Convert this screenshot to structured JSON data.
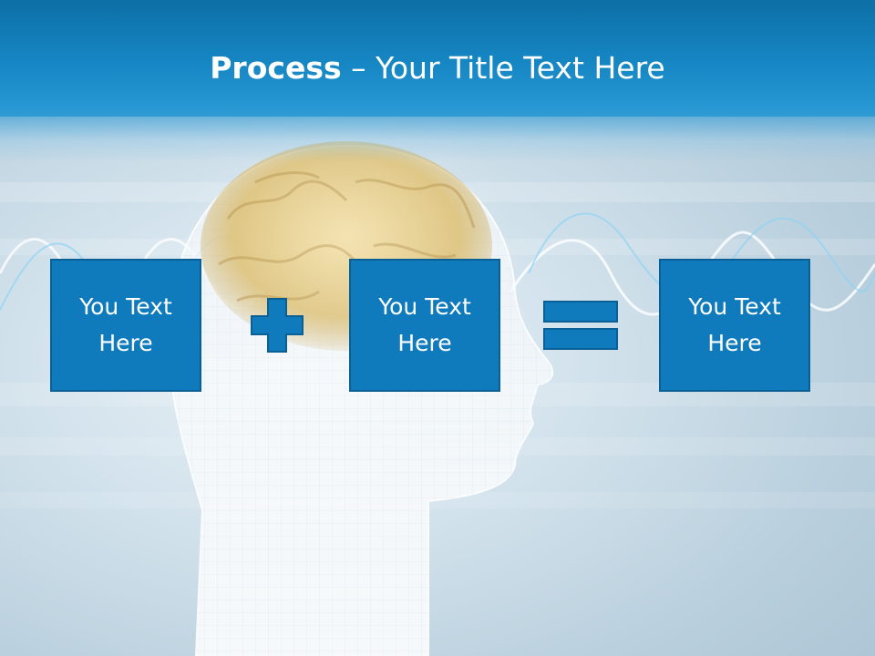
{
  "slide": {
    "title_bold": "Process",
    "title_rest": " – Your Title Text Here",
    "boxes": [
      {
        "text": "You Text Here"
      },
      {
        "text": "You Text Here"
      },
      {
        "text": "You Text Here"
      }
    ],
    "operators": [
      "plus-icon",
      "equals-icon"
    ],
    "colors": {
      "header": "#1687c4",
      "box_fill": "#0f7bbd",
      "box_border": "#0a5f94",
      "text": "#ffffff"
    }
  }
}
